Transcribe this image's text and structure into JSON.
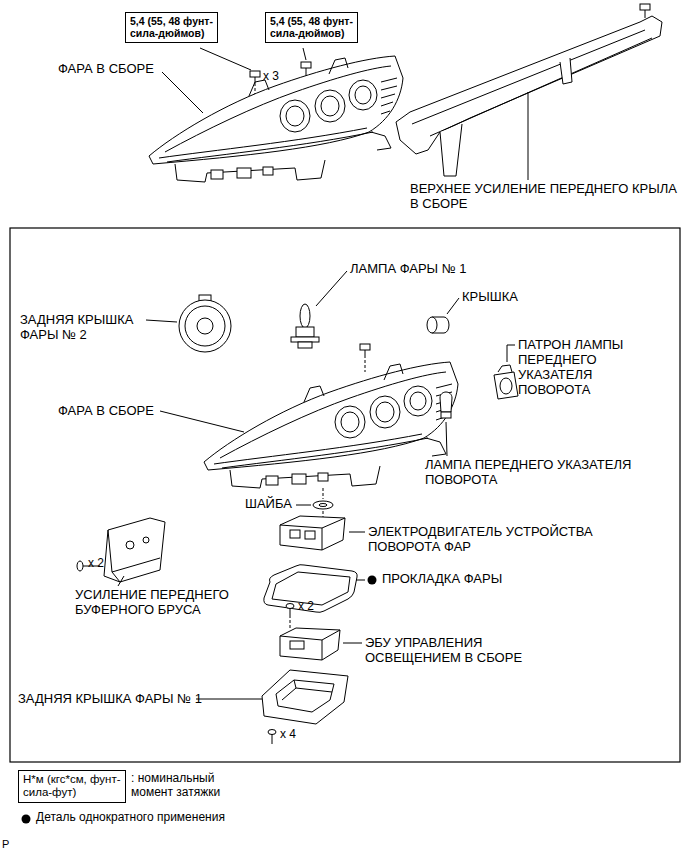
{
  "diagram": {
    "nodes": [
      {
        "text": [
          "5,4 (55, 48 фунт-сила-дюймов)"
        ]
      },
      {
        "text": [
          "5,4 (55, 48 фунт-сила-дюймов)"
        ]
      },
      {
        "text": [
          "Н*м (кгс*см, фунт-сила-фут)"
        ]
      }
    ],
    "labels": [
      "ФАРА В СБОРЕ",
      "x 3",
      "ВЕРХНЕЕ УСИЛЕНИЕ ПЕРЕДНЕГО КРЫЛА В СБОРЕ",
      "ЛАМПА ФАРЫ № 1",
      "КРЫШКА",
      "ЗАДНЯЯ КРЫШКА ФАРЫ № 2",
      "ПАТРОН ЛАМПЫ ПЕРЕДНЕГО УКАЗАТЕЛЯ ПОВОРОТА",
      "ФАРА В СБОРЕ",
      "ЛАМПА ПЕРЕДНЕГО УКАЗАТЕЛЯ ПОВОРОТА",
      "ШАЙБА",
      "ЭЛЕКТРОДВИГАТЕЛЬ УСТРОЙСТВА ПОВОРОТА ФАР",
      "x 2",
      "УСИЛЕНИЕ ПЕРЕДНЕГО БУФЕРНОГО БРУСА",
      "ПРОКЛАДКА ФАРЫ",
      "x 2",
      "ЭБУ УПРАВЛЕНИЯ ОСВЕЩЕНИЕМ В СБОРЕ",
      "ЗАДНЯЯ КРЫШКА ФАРЫ № 1",
      "x 4",
      ": номинальный момент затяжки",
      "P"
    ],
    "legend": [
      {
        "text": "Деталь однократного применения"
      }
    ]
  }
}
